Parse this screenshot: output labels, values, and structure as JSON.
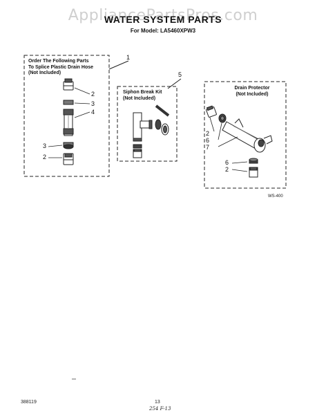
{
  "watermark": "AppliancePartsPros.com",
  "title": "WATER SYSTEM PARTS",
  "model_line": "For Model: LA5460XPW3",
  "group_left": {
    "heading": "Order The Following Parts\nTo Splice Plastic Drain Hose\n(Not Included)",
    "callout": "1"
  },
  "group_middle": {
    "heading": "Siphon Break Kit\n(Not Included)",
    "callout": "5"
  },
  "group_right": {
    "heading": "Drain Protector\n(Not Included)"
  },
  "left_labels": [
    "2",
    "3",
    "4",
    "3",
    "2"
  ],
  "right_labels": [
    "2",
    "6",
    "7",
    "6",
    "2"
  ],
  "figure_code": "WS-400",
  "footer_left": "388119",
  "page_number": "13",
  "handwritten_note": "254 F-13"
}
